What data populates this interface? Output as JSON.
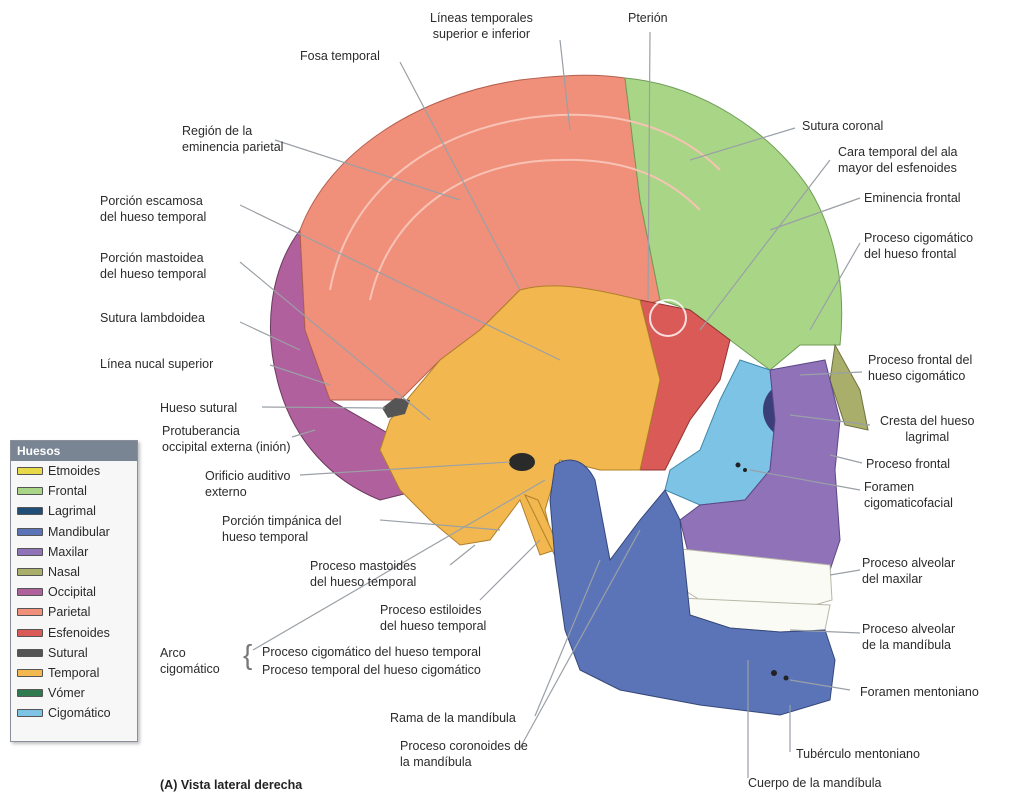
{
  "labels": {
    "lineas_temporales": "Líneas temporales\nsuperior e inferior",
    "pterion": "Pterión",
    "fosa_temporal": "Fosa temporal",
    "region_eminencia": "Región de la\neminencia parietal",
    "sutura_coronal": "Sutura coronal",
    "cara_temporal": "Cara temporal del ala\nmayor del esfenoides",
    "eminencia_frontal": "Eminencia frontal",
    "porcion_escamosa": "Porción escamosa\ndel hueso temporal",
    "proceso_cigomatico_frontal": "Proceso cigomático\ndel hueso frontal",
    "porcion_mastoidea": "Porción mastoidea\ndel hueso temporal",
    "sutura_lambdoidea": "Sutura lambdoidea",
    "linea_nucal": "Línea nucal superior",
    "proceso_frontal_cigomatico": "Proceso frontal del\nhueso cigomático",
    "hueso_sutural": "Hueso sutural",
    "cresta_lagrimal": "Cresta del hueso\nlagrimal",
    "protuberancia": "Protuberancia\noccipital externa (inión)",
    "proceso_frontal": "Proceso frontal",
    "orificio_auditivo": "Orificio auditivo\nexterno",
    "foramen_cigomatico": "Foramen\ncigomaticofacial",
    "porcion_timpanica": "Porción timpánica del\nhueso temporal",
    "proceso_mastoides": "Proceso mastoides\ndel hueso temporal",
    "proceso_alveolar_maxilar": "Proceso alveolar\ndel maxilar",
    "proceso_estiloides": "Proceso estiloides\ndel hueso temporal",
    "proceso_alveolar_mandibula": "Proceso alveolar\nde la mandíbula",
    "arco_cigomatico": "Arco\ncigomático",
    "proceso_cigomatico_temporal": "Proceso cigomático del hueso temporal",
    "proceso_temporal_cigomatico": "Proceso temporal del hueso cigomático",
    "foramen_mentoniano": "Foramen mentoniano",
    "rama_mandibula": "Rama de la mandíbula",
    "proceso_coronoides": "Proceso coronoides de\nla mandíbula",
    "tuberculo_mentoniano": "Tubérculo mentoniano",
    "cuerpo_mandibula": "Cuerpo de la mandíbula"
  },
  "legend": {
    "title": "Huesos",
    "items": [
      {
        "name": "Etmoides",
        "color": "#e8d94a"
      },
      {
        "name": "Frontal",
        "color": "#a9d686"
      },
      {
        "name": "Lagrimal",
        "color": "#1f4e79"
      },
      {
        "name": "Mandibular",
        "color": "#5b74b8"
      },
      {
        "name": "Maxilar",
        "color": "#8f72b8"
      },
      {
        "name": "Nasal",
        "color": "#a9ae6a"
      },
      {
        "name": "Occipital",
        "color": "#b0609c"
      },
      {
        "name": "Parietal",
        "color": "#f0907a"
      },
      {
        "name": "Esfenoides",
        "color": "#d95a56"
      },
      {
        "name": "Sutural",
        "color": "#555555"
      },
      {
        "name": "Temporal",
        "color": "#f2b84f"
      },
      {
        "name": "Vómer",
        "color": "#2f7a4e"
      },
      {
        "name": "Cigomático",
        "color": "#7cc3e6"
      }
    ]
  },
  "caption": "(A) Vista lateral derecha",
  "colors": {
    "parietal": "#f0907a",
    "frontal": "#a9d686",
    "temporal": "#f2b84f",
    "occipital": "#b0609c",
    "esfenoides": "#d95a56",
    "cigomatico": "#7cc3e6",
    "maxilar": "#8f72b8",
    "mandibular": "#5b74b8",
    "nasal": "#a9ae6a",
    "lagrimal": "#1f4e79",
    "sutural": "#555555",
    "etmoides": "#e8d94a",
    "teeth": "#fbfbf5"
  }
}
